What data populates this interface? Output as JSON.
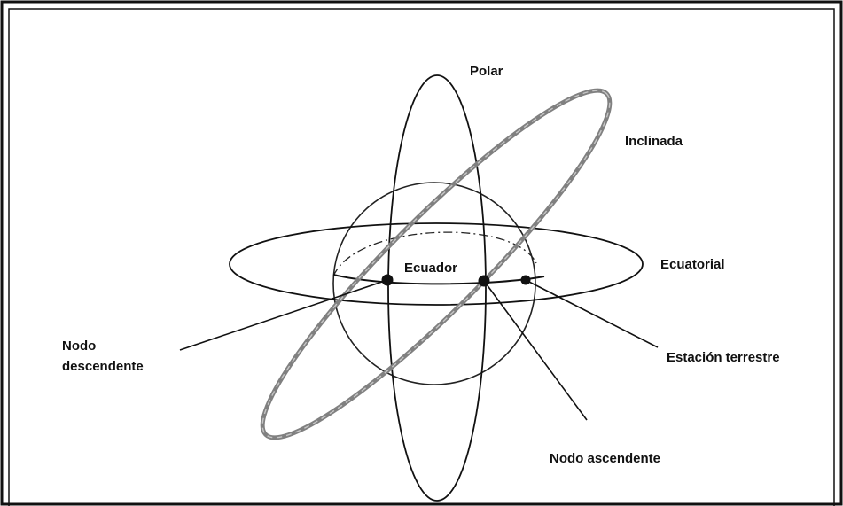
{
  "labels": {
    "polar": "Polar",
    "inclinada": "Inclinada",
    "ecuador": "Ecuador",
    "ecuatorial": "Ecuatorial",
    "nodo_descendente_line1": "Nodo",
    "nodo_descendente_line2": "descendente",
    "estacion_terrestre": "Estación terrestre",
    "nodo_ascendente": "Nodo ascendente"
  },
  "colors": {
    "ink": "#111111",
    "inclined_orbit": "#7a7a7a",
    "background": "#ffffff"
  }
}
